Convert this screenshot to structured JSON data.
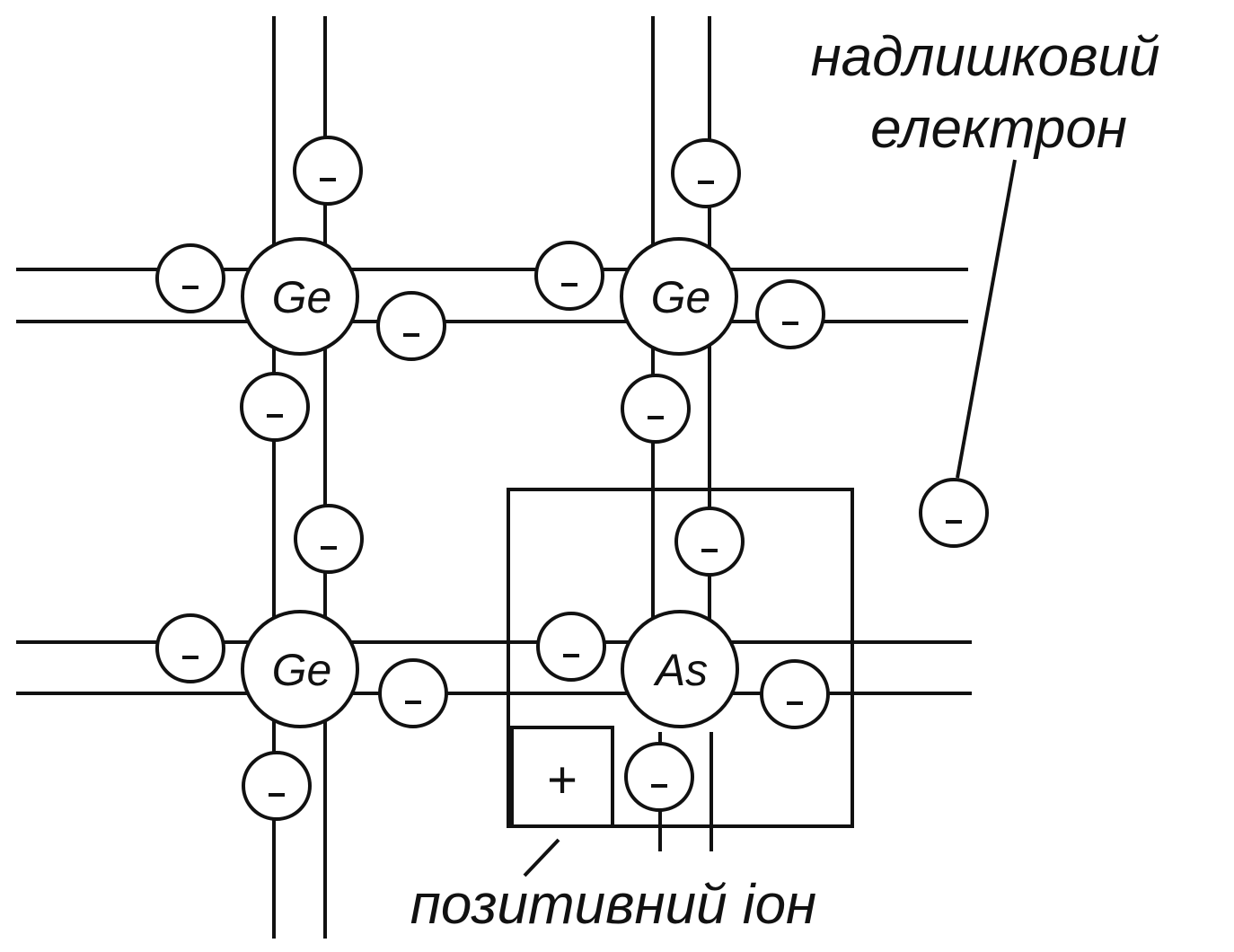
{
  "diagram": {
    "atoms": [
      {
        "id": "ge-top-left",
        "label": "Ge"
      },
      {
        "id": "ge-top-right",
        "label": "Ge"
      },
      {
        "id": "ge-bottom-left",
        "label": "Ge"
      },
      {
        "id": "as-impurity",
        "label": "As"
      }
    ],
    "ion_sign": "+",
    "labels": {
      "excess_electron_line1": "надлишковий",
      "excess_electron_line2": "електрон",
      "positive_ion": "позитивний іон"
    },
    "colors": {
      "ink": "#111111",
      "background": "#ffffff"
    }
  }
}
